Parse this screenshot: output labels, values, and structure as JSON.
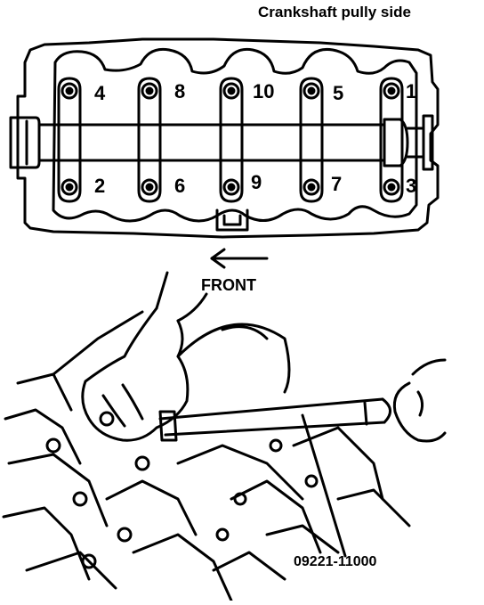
{
  "diagram": {
    "title": "Crankshaft pully side",
    "front_label": "FRONT",
    "tool_part_number": "09221-11000",
    "bolt_order_top": [
      "4",
      "8",
      "10",
      "5",
      "1"
    ],
    "bolt_order_bottom": [
      "2",
      "6",
      "9",
      "7",
      "3"
    ],
    "line_color": "#000000",
    "background_color": "#ffffff"
  }
}
